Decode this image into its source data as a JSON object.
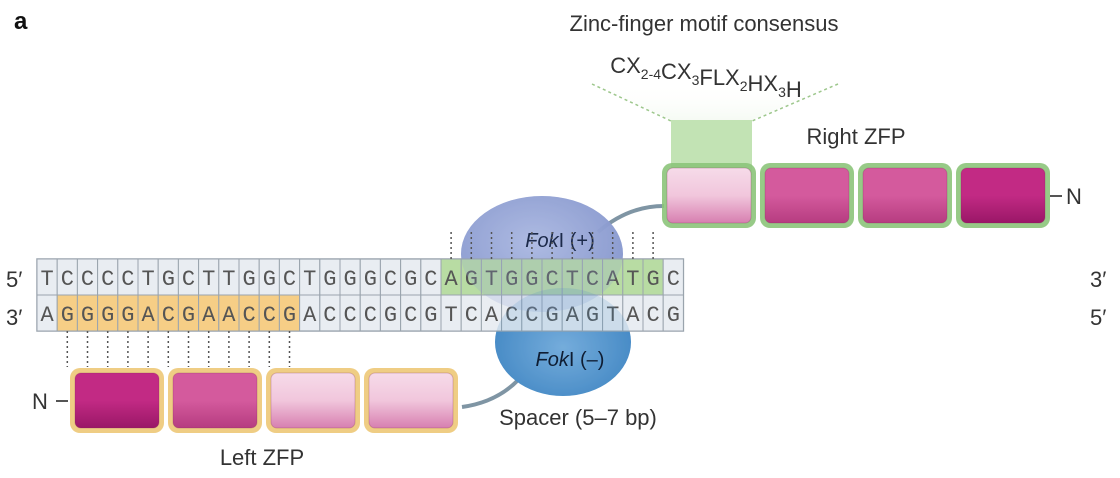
{
  "panel_label": "a",
  "motif": {
    "title": "Zinc-finger motif consensus",
    "formula_parts": [
      {
        "t": "CX",
        "sub": "2-4"
      },
      {
        "t": "CX",
        "sub": "3"
      },
      {
        "t": "FLX",
        "sub": "2"
      },
      {
        "t": "HX",
        "sub": "3"
      },
      {
        "t": "H",
        "sub": ""
      }
    ]
  },
  "right_zfp": {
    "label": "Right ZFP",
    "terminus": "N",
    "fingers": 4
  },
  "left_zfp": {
    "label": "Left ZFP",
    "terminus": "N",
    "fingers": 4
  },
  "fok_plus": {
    "label_italic": "Fok",
    "label_rest": "I (+)"
  },
  "fok_minus": {
    "label_italic": "Fok",
    "label_rest": "I (–)"
  },
  "spacer_label": "Spacer (5–7 bp)",
  "dna": {
    "top_left_end": "5′",
    "top_right_end": "3′",
    "bottom_left_end": "3′",
    "bottom_right_end": "5′",
    "top_strand": [
      "T",
      "C",
      "C",
      "C",
      "C",
      "T",
      "G",
      "C",
      "T",
      "T",
      "G",
      "G",
      "C",
      "T",
      "G",
      "G",
      "G",
      "C",
      "G",
      "C",
      "A",
      "G",
      "T",
      "G",
      "G",
      "C",
      "T",
      "C",
      "A",
      "T",
      "G",
      "C"
    ],
    "bottom_strand": [
      "A",
      "G",
      "G",
      "G",
      "G",
      "A",
      "C",
      "G",
      "A",
      "A",
      "C",
      "C",
      "G",
      "A",
      "C",
      "C",
      "C",
      "G",
      "C",
      "G",
      "T",
      "C",
      "A",
      "C",
      "C",
      "G",
      "A",
      "G",
      "T",
      "A",
      "C",
      "G"
    ],
    "bottom_binding_range": [
      1,
      12
    ],
    "top_binding_range": [
      20,
      30
    ]
  },
  "colors": {
    "cell_fill": "#e9edf2",
    "cell_stroke": "#9aa4ad",
    "bottom_binding_fill": "#f6ce86",
    "top_binding_fill": "#b8dca3",
    "fok_plus_fill": "#8f9fd2",
    "fok_minus_fill": "#4a8ec8",
    "right_zfp_border": "#8cc47a",
    "left_zfp_border": "#edc877",
    "finger_dark": "#c22a84",
    "finger_light": "#f6dbe9",
    "linker": "#7f95a4",
    "motif_fan": "#bfe0b1"
  }
}
